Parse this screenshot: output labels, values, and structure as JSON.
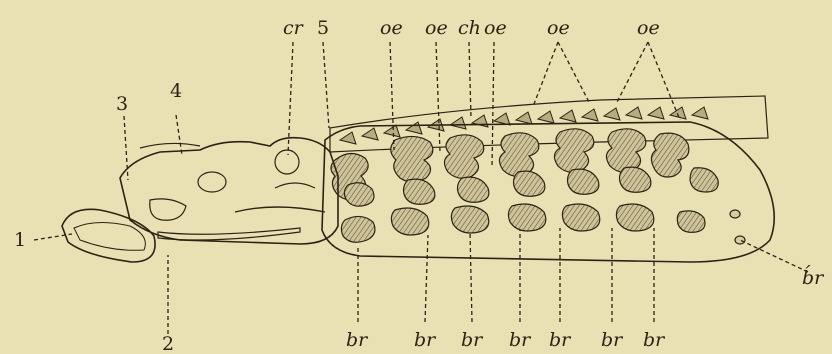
{
  "figure": {
    "top_labels": [
      "cr",
      "5",
      "oe",
      "oe",
      "ch",
      "oe",
      "oe",
      "oe"
    ],
    "left_labels": [
      "3",
      "4",
      "1",
      "2"
    ],
    "bottom_labels": [
      "br",
      "br",
      "br",
      "br",
      "br",
      "br",
      "br"
    ],
    "right_label": "b́r"
  },
  "colors": {
    "paper": "#e9e0b3",
    "ink": "#2b2314",
    "tissue": "#c9bd93",
    "cartilage": "#b3a67c"
  }
}
